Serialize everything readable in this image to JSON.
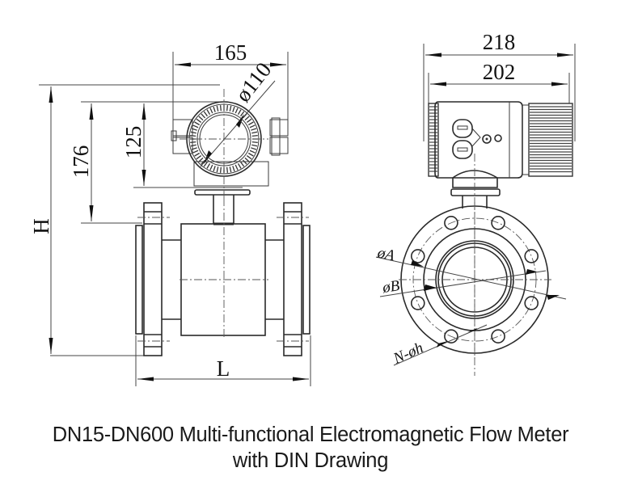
{
  "drawing": {
    "title": "DN15-DN600 Multi-functional Electromagnetic Flow Meter with DIN Drawing",
    "front_view": {
      "dimensions": {
        "width_converter": "165",
        "diameter_head": "ø110",
        "height_converter": "125",
        "height_to_pipe_top": "176",
        "total_height": "H",
        "length": "L"
      }
    },
    "side_view": {
      "dimensions": {
        "width_outer": "218",
        "width_inner": "202",
        "flange_pitch_diameter": "øA",
        "flange_outer_diameter": "øB",
        "bolt_holes": "N-øh"
      }
    }
  },
  "caption": {
    "line1": "DN15-DN600 Multi-functional Electromagnetic Flow Meter",
    "line2": "with DIN Drawing"
  }
}
